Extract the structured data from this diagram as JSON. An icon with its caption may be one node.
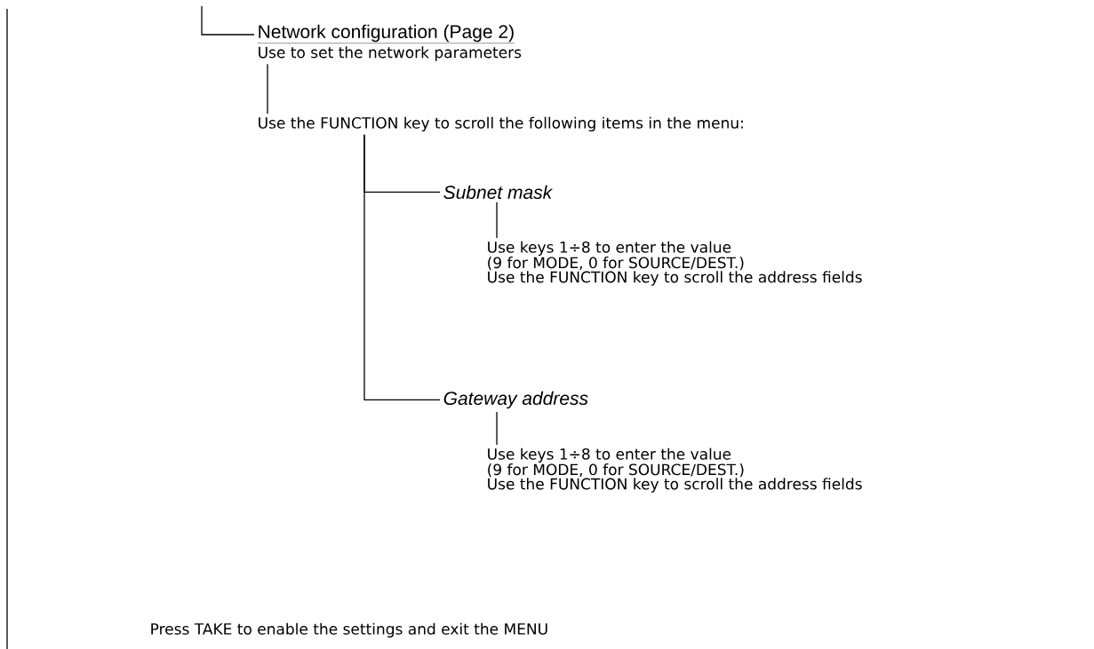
{
  "diagram": {
    "nodes": [
      {
        "text": [
          "Network configuration  (Page 2)",
          "Use to set the network parameters"
        ]
      },
      {
        "text": [
          "Use the FUNCTION key to scroll the following items in the menu:"
        ]
      },
      {
        "text": [
          "Subnet mask"
        ]
      },
      {
        "text": [
          "Use keys 1÷8 to enter the value",
          "(9 for MODE, 0 for SOURCE/DEST.)",
          "Use the FUNCTION key to scroll the address fields"
        ]
      },
      {
        "text": [
          "Gateway address"
        ]
      },
      {
        "text": [
          "Use keys 1÷8 to enter the value",
          "(9 for MODE, 0 for SOURCE/DEST.)",
          "Use the FUNCTION key to scroll the address fields"
        ]
      },
      {
        "text": [
          "Press TAKE to enable the settings and exit the MENU"
        ]
      }
    ],
    "edges": [
      {
        "from": null,
        "to": 0,
        "arrow": "none"
      },
      {
        "from": 0,
        "to": 1,
        "arrow": "none"
      },
      {
        "from": 1,
        "to": 2,
        "arrow": "none"
      },
      {
        "from": 1,
        "to": 4,
        "arrow": "none"
      },
      {
        "from": 2,
        "to": 3,
        "arrow": "none"
      },
      {
        "from": 4,
        "to": 5,
        "arrow": "none"
      }
    ]
  }
}
